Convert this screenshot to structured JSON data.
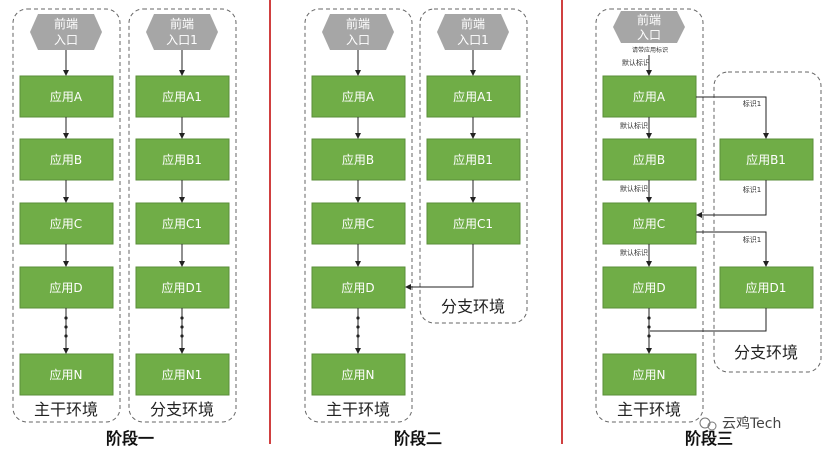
{
  "stage1": {
    "main": {
      "entry": [
        "前端",
        "入口"
      ],
      "apps": [
        "应用A",
        "应用B",
        "应用C",
        "应用D",
        "应用N"
      ],
      "env_label": "主干环境"
    },
    "branch": {
      "entry": [
        "前端",
        "入口1"
      ],
      "apps": [
        "应用A1",
        "应用B1",
        "应用C1",
        "应用D1",
        "应用N1"
      ],
      "env_label": "分支环境"
    },
    "title": "阶段一"
  },
  "stage2": {
    "main": {
      "entry": [
        "前端",
        "入口"
      ],
      "apps": [
        "应用A",
        "应用B",
        "应用C",
        "应用D",
        "应用N"
      ],
      "env_label": "主干环境"
    },
    "branch": {
      "entry": [
        "前端",
        "入口1"
      ],
      "apps": [
        "应用A1",
        "应用B1",
        "应用C1"
      ],
      "env_label": "分支环境"
    },
    "title": "阶段二"
  },
  "stage3": {
    "main": {
      "entry": [
        "前端",
        "入口"
      ],
      "entry_note": "请带应用标识",
      "apps": [
        "应用A",
        "应用B",
        "应用C",
        "应用D",
        "应用N"
      ],
      "env_label": "主干环境"
    },
    "branch": {
      "apps": [
        "应用B1",
        "应用D1"
      ],
      "env_label": "分支环境"
    },
    "edge_labels": {
      "default": "默认标识",
      "tag": "标识1"
    },
    "title": "阶段三"
  },
  "watermark": "云鸡Tech",
  "colors": {
    "box": "#70ad47",
    "box_border": "#5a8e38",
    "hex": "#a6a6a6",
    "divider": "#c00000",
    "dash": "#666666"
  }
}
